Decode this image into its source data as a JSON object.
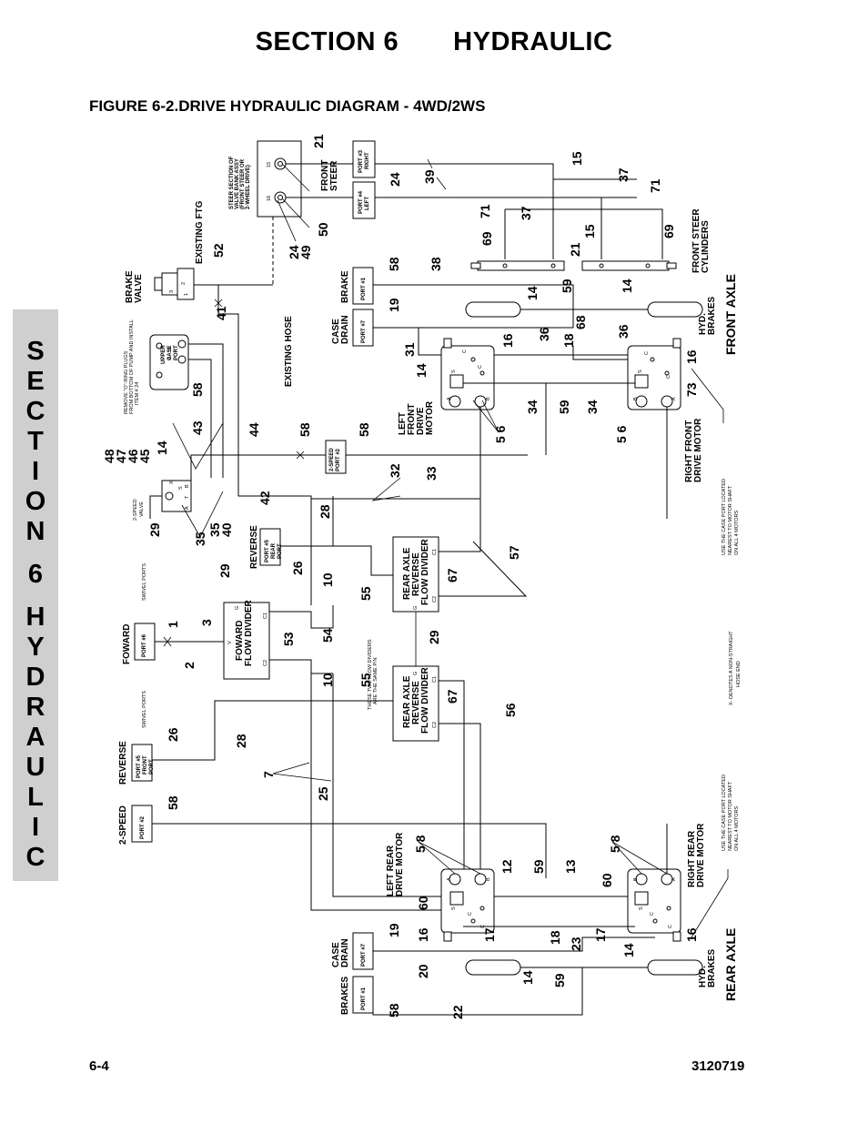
{
  "header": {
    "section": "SECTION 6",
    "subject": "HYDRAULIC"
  },
  "figure_title": "FIGURE 6-2.DRIVE HYDRAULIC DIAGRAM - 4WD/2WS",
  "side_tab": {
    "letters": [
      "S",
      "E",
      "C",
      "T",
      "I",
      "O",
      "N",
      "",
      "6",
      "",
      "H",
      "Y",
      "D",
      "R",
      "A",
      "U",
      "L",
      "I",
      "C"
    ]
  },
  "footer": {
    "page": "6-4",
    "doc_number": "3120719"
  },
  "labels": {
    "brake_valve": [
      "BRAKE",
      "VALVE"
    ],
    "existing_ftg": "EXISTING FTG",
    "existing_hose": "EXISTING HOSE",
    "steer_section": [
      "STEER SECTION OF",
      "VALVE BANK ASSY",
      "(FRONT STEER OR",
      "2-WHEEL DRIVE)"
    ],
    "front_steer": [
      "FRONT",
      "STEER"
    ],
    "port3_right": [
      "PORT #3",
      "RIGHT"
    ],
    "port4_left": [
      "PORT #4",
      "LEFT"
    ],
    "front_steer_cyl": [
      "FRONT STEER",
      "CYLINDERS"
    ],
    "brake": "BRAKE",
    "port1": "PORT #1",
    "case_drain": [
      "CASE",
      "DRAIN"
    ],
    "port7": "PORT #7",
    "hyd_brakes": [
      "HYD.",
      "BRAKES"
    ],
    "front_axle": "FRONT AXLE",
    "rear_axle": "REAR AXLE",
    "left_front_drive_motor": [
      "LEFT",
      "FRONT",
      "DRIVE",
      "MOTOR"
    ],
    "right_front_drive_motor": [
      "RIGHT FRONT",
      "DRIVE MOTOR"
    ],
    "left_rear_drive_motor": [
      "LEFT REAR",
      "DRIVE MOTOR"
    ],
    "right_rear_drive_motor": [
      "RIGHT REAR",
      "DRIVE MOTOR"
    ],
    "remove_plugs": [
      "REMOVE \"O\"-RING PLUGS",
      "FROM BOTTOM OF PUMP AND INSTALL",
      "ITEM # 24"
    ],
    "upper_case_port": [
      "UPPER",
      "CASE",
      "PORT"
    ],
    "two_speed_valve": [
      "2-SPEED",
      "VALVE"
    ],
    "two_speed_port2": [
      "2-SPEED",
      "PORT #2"
    ],
    "port5_rear": [
      "PORT #5",
      "REAR",
      "PORT"
    ],
    "port5_front": [
      "PORT #5",
      "FRONT",
      "PORT"
    ],
    "port6": "PORT #6",
    "port2": "PORT #2",
    "reverse": "REVERSE",
    "foward": "FOWARD",
    "two_speed": "2-SPEED",
    "swivel_ports": "SWIVEL PORTS",
    "foward_flow_divider": [
      "FOWARD",
      "FLOW DIVIDER"
    ],
    "rear_axle_reverse_fd": [
      "REAR AXLE",
      "REVERSE",
      "FLOW DIVIDER"
    ],
    "same_pn": [
      "THESE TWO FLOW DIVIDERS",
      "ARE THE SAME P/N"
    ],
    "case_port_note": [
      "USE THE CASE PORT LOCATED",
      "NEAREST TO MOTOR SHAFT",
      "ON ALL 4 MOTORS"
    ],
    "x_note": [
      "X- DENOTES A NON-STRAIGHT",
      "HOSE END"
    ],
    "brakes": "BRAKES"
  },
  "callouts": {
    "c1": "1",
    "c2": "2",
    "c3": "3",
    "c5_6": "5 6",
    "c5_8": "5 8",
    "c7": "7",
    "c10": "10",
    "c12": "12",
    "c13": "13",
    "c14": "14",
    "c15": "15",
    "c16": "16",
    "c17": "17",
    "c18": "18",
    "c19": "19",
    "c20": "20",
    "c21": "21",
    "c22": "22",
    "c23": "23",
    "c24": "24",
    "c25": "25",
    "c26": "26",
    "c28": "28",
    "c29": "29",
    "c31": "31",
    "c32": "32",
    "c33": "33",
    "c34": "34",
    "c35": "35",
    "c36": "36",
    "c37": "37",
    "c38": "38",
    "c39": "39",
    "c40": "40",
    "c41": "41",
    "c42": "42",
    "c43": "43",
    "c44": "44",
    "c45": "45",
    "c46": "46",
    "c47": "47",
    "c48": "48",
    "c49": "49",
    "c50": "50",
    "c52": "52",
    "c53": "53",
    "c54": "54",
    "c55": "55",
    "c56": "56",
    "c57": "57",
    "c58": "58",
    "c59": "59",
    "c60": "60",
    "c67": "67",
    "c68": "68",
    "c69": "69",
    "c71": "71",
    "c73": "73"
  },
  "port_letters": {
    "a": "A",
    "b": "B",
    "c": "C",
    "s": "S",
    "g": "G",
    "v": "V",
    "c1": "C1",
    "c2": "C2",
    "x": "X",
    "t": "T",
    "p": "P"
  }
}
